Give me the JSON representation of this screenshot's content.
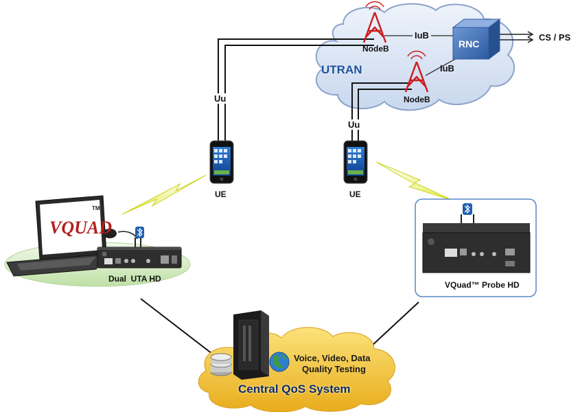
{
  "network": {
    "utran_label": "UTRAN",
    "nodeb_top_label": "NodeB",
    "nodeb_bottom_label": "NodeB",
    "iub_top_label": "IuB",
    "iub_bottom_label": "IuB",
    "rnc_label": "RNC",
    "core_label": "CS / PS",
    "uu_left_label": "Uu",
    "uu_right_label": "Uu"
  },
  "devices": {
    "ue_left_label": "UE",
    "ue_right_label": "UE",
    "dual_uta_label": "Dual  UTA HD",
    "probe_label": "VQuad™ Probe HD",
    "laptop_logo": "VQUAD",
    "laptop_logo_tm": "TM"
  },
  "central": {
    "title": "Central QoS System",
    "testing_line1": "Voice, Video, Data",
    "testing_line2": "Quality Testing"
  },
  "colors": {
    "cloud_fill": "#dbe6f5",
    "cloud_stroke": "#8aa3c9",
    "utran_text": "#1e4f9a",
    "rnc_fill": "#3f6fb4",
    "tower": "#cc1f1f",
    "lightning": "#e8ef2f",
    "green_base": "#d6ecc4",
    "gold_cloud": "#f5c83a",
    "probe_border": "#5a86c7"
  }
}
